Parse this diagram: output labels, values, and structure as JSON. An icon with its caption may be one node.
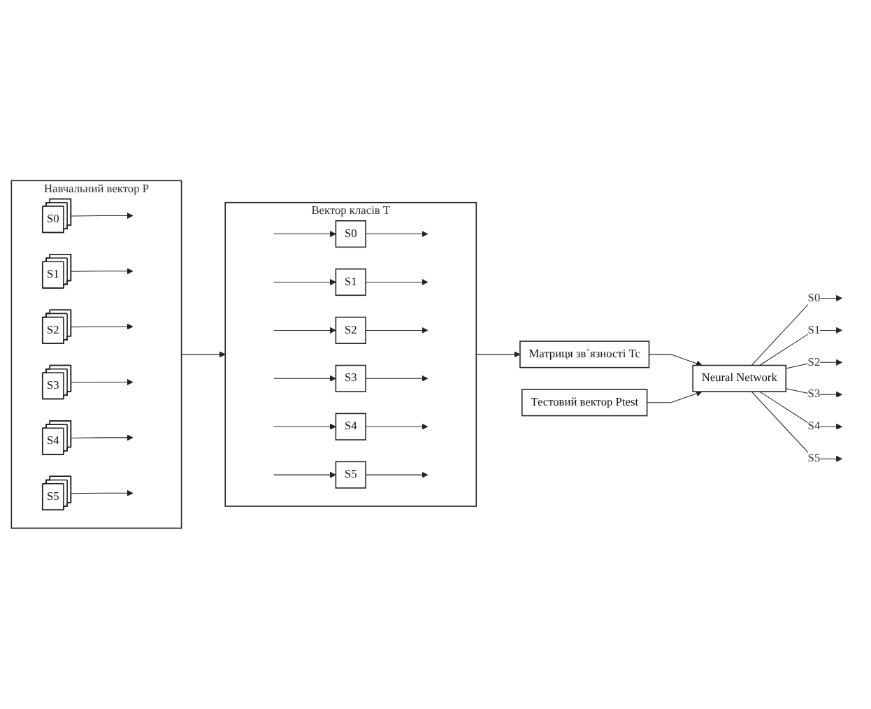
{
  "diagram": {
    "nodes": [
      {
        "text": [
          "Навчальний вектор P"
        ]
      },
      {
        "text": [
          "S0"
        ],
        "in": 0
      },
      {
        "text": [
          "S1"
        ],
        "in": 0
      },
      {
        "text": [
          "S2"
        ],
        "in": 0
      },
      {
        "text": [
          "S3"
        ],
        "in": 0
      },
      {
        "text": [
          "S4"
        ],
        "in": 0
      },
      {
        "text": [
          "S5"
        ],
        "in": 0
      },
      {
        "text": [
          "Вектор класів T"
        ]
      },
      {
        "text": [
          "S0"
        ],
        "in": 7
      },
      {
        "text": [
          "S1"
        ],
        "in": 7
      },
      {
        "text": [
          "S2"
        ],
        "in": 7
      },
      {
        "text": [
          "S3"
        ],
        "in": 7
      },
      {
        "text": [
          "S4"
        ],
        "in": 7
      },
      {
        "text": [
          "S5"
        ],
        "in": 7
      },
      {
        "text": [
          "Матриця зв`язності Tc"
        ]
      },
      {
        "text": [
          "Neural Network"
        ]
      },
      {
        "text": [
          "Тестовий вектор Ptest"
        ]
      }
    ],
    "edges": [
      {
        "from": 1,
        "to": null,
        "arrow": "to"
      },
      {
        "from": 2,
        "to": null,
        "arrow": "to"
      },
      {
        "from": 3,
        "to": null,
        "arrow": "to"
      },
      {
        "from": 4,
        "to": null,
        "arrow": "to"
      },
      {
        "from": 5,
        "to": null,
        "arrow": "to"
      },
      {
        "from": 6,
        "to": null,
        "arrow": "to"
      },
      {
        "from": 0,
        "to": 7,
        "arrow": "to"
      },
      {
        "from": null,
        "to": 8,
        "arrow": "to"
      },
      {
        "from": 8,
        "to": null,
        "arrow": "to"
      },
      {
        "from": null,
        "to": 9,
        "arrow": "to"
      },
      {
        "from": 9,
        "to": null,
        "arrow": "to"
      },
      {
        "from": null,
        "to": 10,
        "arrow": "to"
      },
      {
        "from": 10,
        "to": null,
        "arrow": "to"
      },
      {
        "from": null,
        "to": 11,
        "arrow": "to"
      },
      {
        "from": 11,
        "to": null,
        "arrow": "to"
      },
      {
        "from": null,
        "to": 12,
        "arrow": "to"
      },
      {
        "from": 12,
        "to": null,
        "arrow": "to"
      },
      {
        "from": null,
        "to": 13,
        "arrow": "to"
      },
      {
        "from": 13,
        "to": null,
        "arrow": "to"
      },
      {
        "from": 7,
        "to": 14,
        "arrow": "to"
      },
      {
        "from": 14,
        "to": 15,
        "arrow": "to"
      },
      {
        "from": 16,
        "to": 15,
        "arrow": "to"
      },
      {
        "from": 15,
        "to": null,
        "arrow": "to",
        "label": "S0"
      },
      {
        "from": 15,
        "to": null,
        "arrow": "to",
        "label": "S1"
      },
      {
        "from": 15,
        "to": null,
        "arrow": "to",
        "label": "S2"
      },
      {
        "from": 15,
        "to": null,
        "arrow": "to",
        "label": "S3"
      },
      {
        "from": 15,
        "to": null,
        "arrow": "to",
        "label": "S4"
      },
      {
        "from": 15,
        "to": null,
        "arrow": "to",
        "label": "S5"
      }
    ]
  }
}
